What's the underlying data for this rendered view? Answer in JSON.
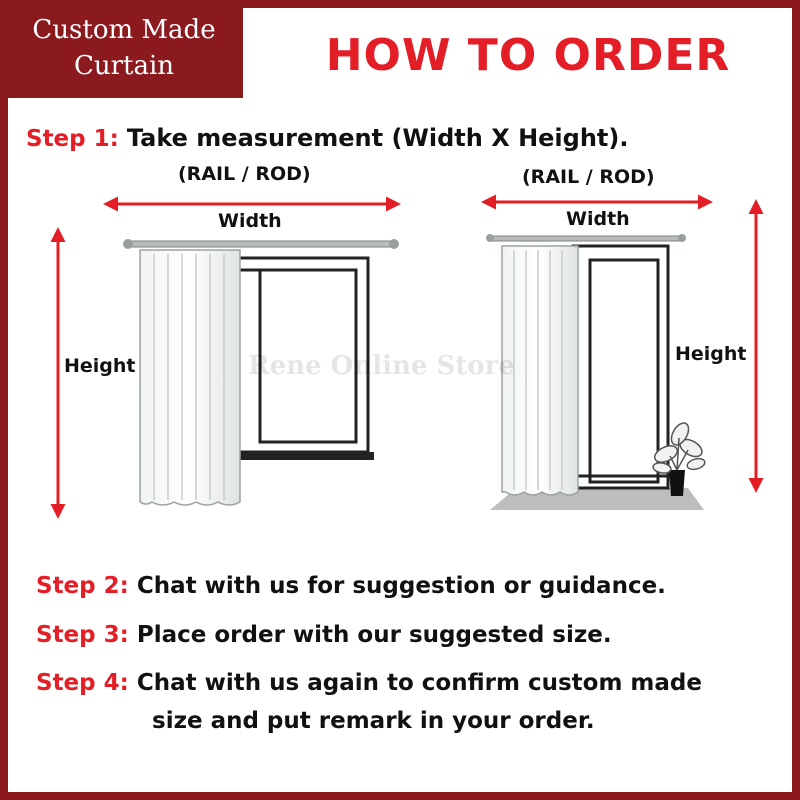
{
  "banner": {
    "line1": "Custom Made",
    "line2": "Curtain"
  },
  "title": "HOW TO ORDER",
  "steps": [
    {
      "label": "Step 1:",
      "text": "Take measurement (Width X Height)."
    },
    {
      "label": "Step 2:",
      "text": "Chat with us for suggestion or guidance."
    },
    {
      "label": "Step 3:",
      "text": "Place order with our suggested size."
    },
    {
      "label": "Step 4:",
      "text": "Chat with us again to confirm custom made",
      "text2": "size and put remark in your order."
    }
  ],
  "diagrams": {
    "left": {
      "rail_label": "(RAIL / ROD)",
      "width_label": "Width",
      "height_label": "Height"
    },
    "right": {
      "rail_label": "(RAIL / ROD)",
      "width_label": "Width",
      "height_label": "Height"
    }
  },
  "watermark": "Rene Online Store",
  "colors": {
    "accent": "#e41e26",
    "brand": "#8b1a1f"
  }
}
